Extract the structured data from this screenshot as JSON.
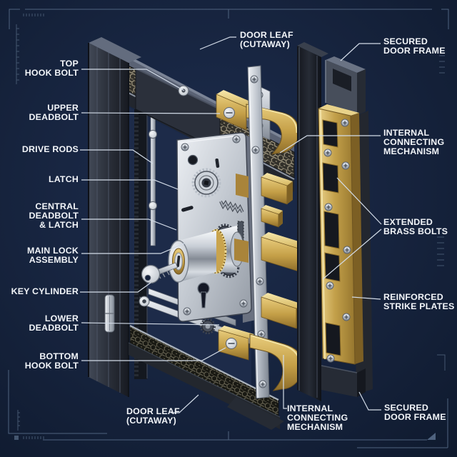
{
  "title": "Multi-point door lock exploded diagram",
  "colors": {
    "background": "#16233d",
    "label_text": "#f2f5f9",
    "leader_line": "#d3dce8",
    "blueprint_line": "#4f637f",
    "brass": "#c9a44e",
    "brass_light": "#eed995",
    "steel": "#c6ccd4",
    "dark_metal": "#262b34",
    "door_face": "#1d2b49",
    "honeycomb": "#a39a82"
  },
  "labels": {
    "left": [
      {
        "id": "top-hook-bolt",
        "lines": [
          "TOP",
          "HOOK BOLT"
        ]
      },
      {
        "id": "upper-deadbolt",
        "lines": [
          "UPPER",
          "DEADBOLT"
        ]
      },
      {
        "id": "drive-rods",
        "lines": [
          "DRIVE RODS"
        ]
      },
      {
        "id": "latch",
        "lines": [
          "LATCH"
        ]
      },
      {
        "id": "central-deadbolt-latch",
        "lines": [
          "CENTRAL",
          "DEADBOLT",
          "& LATCH"
        ]
      },
      {
        "id": "main-lock-assembly",
        "lines": [
          "MAIN LOCK",
          "ASSEMBLY"
        ]
      },
      {
        "id": "key-cylinder",
        "lines": [
          "KEY CYLINDER"
        ]
      },
      {
        "id": "lower-deadbolt",
        "lines": [
          "LOWER",
          "DEADBOLT"
        ]
      },
      {
        "id": "bottom-hook-bolt",
        "lines": [
          "BOTTOM",
          "HOOK BOLT"
        ]
      }
    ],
    "top": [
      {
        "id": "door-leaf-cutaway-top",
        "lines": [
          "DOOR LEAF",
          "(CUTAWAY)"
        ]
      },
      {
        "id": "secured-door-frame-top",
        "lines": [
          "SECURED",
          "DOOR FRAME"
        ]
      }
    ],
    "right": [
      {
        "id": "internal-connecting-mechanism-right",
        "lines": [
          "INTERNAL",
          "CONNECTING",
          "MECHANISM"
        ]
      },
      {
        "id": "extended-brass-bolts",
        "lines": [
          "EXTENDED",
          "BRASS BOLTS"
        ]
      },
      {
        "id": "reinforced-strike-plates",
        "lines": [
          "REINFORCED",
          "STRIKE PLATES"
        ]
      },
      {
        "id": "secured-door-frame-bottom",
        "lines": [
          "SECURED",
          "DOOR FRAME"
        ]
      }
    ],
    "bottom": [
      {
        "id": "door-leaf-cutaway-bottom",
        "lines": [
          "DOOR LEAF",
          "(CUTAWAY)"
        ]
      },
      {
        "id": "internal-connecting-mechanism-bottom",
        "lines": [
          "INTERNAL",
          "CONNECTING",
          "MECHANISM"
        ]
      }
    ]
  },
  "illustration_parts": [
    "door-leaf-cutaway",
    "honeycomb-core",
    "door-stile",
    "hinge",
    "drive-rods",
    "top-hook-bolt",
    "upper-deadbolt",
    "latch-bolt",
    "central-deadbolt",
    "main-lock-case",
    "gears",
    "spring",
    "key-cylinder",
    "key",
    "euro-keyhole",
    "faceplate",
    "lower-deadbolt",
    "bottom-hook-bolt",
    "brass-strike-plate",
    "strike-pockets",
    "door-frame-jamb",
    "frame-channel"
  ]
}
